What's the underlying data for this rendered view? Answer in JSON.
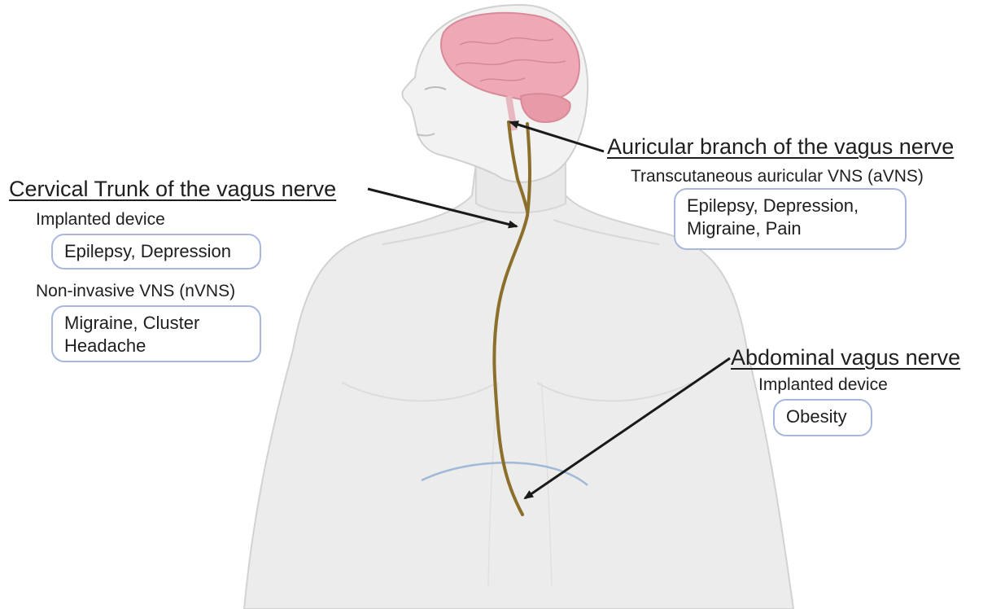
{
  "colors": {
    "skin": "#ebebeb",
    "skin_outline": "#cfcfcf",
    "brain": "#efa9b6",
    "nerve": "#8b6f2a",
    "diaphragm": "#9fb9d6",
    "box_border": "#a8b8dc",
    "arrow": "#1a1a1a"
  },
  "cervical": {
    "heading": "Cervical Trunk of the vagus nerve",
    "implanted_label": "Implanted device",
    "implanted_box": [
      "Epilepsy, Depression"
    ],
    "noninvasive_label": "Non-invasive VNS (nVNS)",
    "noninvasive_box": [
      "Migraine, Cluster",
      "Headache"
    ]
  },
  "auricular": {
    "heading": "Auricular branch of the vagus nerve",
    "sub_label": "Transcutaneous auricular VNS (aVNS)",
    "box": [
      "Epilepsy, Depression,",
      "Migraine, Pain"
    ]
  },
  "abdominal": {
    "heading": "Abdominal vagus nerve",
    "sub_label": "Implanted device",
    "box": [
      "Obesity"
    ]
  }
}
